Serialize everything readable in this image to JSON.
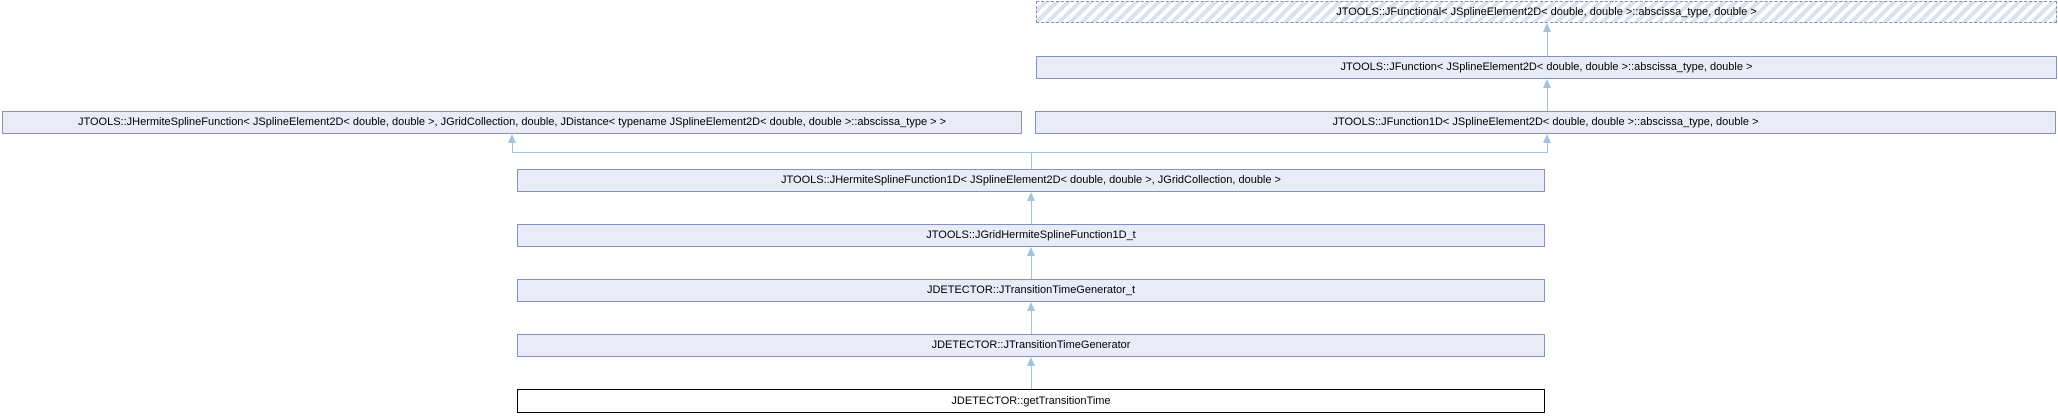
{
  "diagram": {
    "kind": "doxygen-inheritance-graph",
    "colors": {
      "node_border": "#8591BD",
      "node_fill": "#E9EBF6",
      "edge": "#9FC4DB",
      "current_border": "#000000",
      "hatch": "#DCE1F0"
    },
    "nodes": {
      "jfunctional": {
        "label": "JTOOLS::JFunctional< JSplineElement2D< double, double >::abscissa_type, double >",
        "style": "template-dashed"
      },
      "jfunction": {
        "label": "JTOOLS::JFunction< JSplineElement2D< double, double >::abscissa_type, double >",
        "style": "class"
      },
      "jhermitesplinefunction": {
        "label": "JTOOLS::JHermiteSplineFunction< JSplineElement2D< double, double >, JGridCollection, double, JDistance< typename JSplineElement2D< double, double >::abscissa_type > >",
        "style": "class"
      },
      "jfunction1d": {
        "label": "JTOOLS::JFunction1D< JSplineElement2D< double, double >::abscissa_type, double >",
        "style": "class"
      },
      "jhermitesplinefunction1d": {
        "label": "JTOOLS::JHermiteSplineFunction1D< JSplineElement2D< double, double >, JGridCollection, double >",
        "style": "class"
      },
      "jgridhermitesplinefunction1d_t": {
        "label": "JTOOLS::JGridHermiteSplineFunction1D_t",
        "style": "class"
      },
      "jtransitiontimegenerator_t": {
        "label": "JDETECTOR::JTransitionTimeGenerator_t",
        "style": "class"
      },
      "jtransitiontimegenerator": {
        "label": "JDETECTOR::JTransitionTimeGenerator",
        "style": "class"
      },
      "gettransitiontime": {
        "label": "JDETECTOR::getTransitionTime",
        "style": "current"
      }
    },
    "edges": [
      {
        "from": "jfunction",
        "to": "jfunctional"
      },
      {
        "from": "jfunction1d",
        "to": "jfunction"
      },
      {
        "from": "jhermitesplinefunction1d",
        "to": "jhermitesplinefunction"
      },
      {
        "from": "jhermitesplinefunction1d",
        "to": "jfunction1d"
      },
      {
        "from": "jgridhermitesplinefunction1d_t",
        "to": "jhermitesplinefunction1d"
      },
      {
        "from": "jtransitiontimegenerator_t",
        "to": "jgridhermitesplinefunction1d_t"
      },
      {
        "from": "jtransitiontimegenerator",
        "to": "jtransitiontimegenerator_t"
      },
      {
        "from": "gettransitiontime",
        "to": "jtransitiontimegenerator"
      }
    ]
  }
}
